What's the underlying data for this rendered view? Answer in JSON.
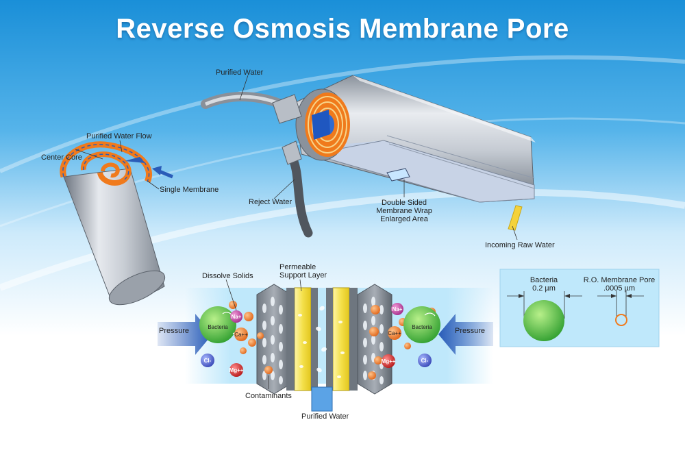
{
  "title": "Reverse Osmosis Membrane Pore",
  "labels": {
    "purified_water_top": "Purified Water",
    "purified_water_flow": "Purified Water Flow",
    "center_core": "Center Core",
    "single_membrane": "Single Membrane",
    "reject_water": "Reject Water",
    "double_sided_l1": "Double Sided",
    "double_sided_l2": "Membrane Wrap",
    "double_sided_l3": "Enlarged Area",
    "incoming_raw_water": "Incoming Raw Water",
    "dissolve_solids": "Dissolve Solids",
    "permeable_l1": "Permeable",
    "permeable_l2": "Support Layer",
    "pressure_left": "Pressure",
    "pressure_right": "Pressure",
    "contaminants": "Contaminants",
    "purified_water_bottom": "Purified Water"
  },
  "ions": {
    "na": "Na+",
    "ca": "Ca++",
    "cl": "Cl-",
    "mg": "Mg++",
    "bacteria": "Bacteria"
  },
  "comparison": {
    "bacteria_label": "Bacteria",
    "bacteria_size": "0.2 µm",
    "pore_label": "R.O. Membrane Pore",
    "pore_size": ".0005 µm"
  },
  "colors": {
    "accent_blue": "#2a5cb8",
    "membrane_orange": "#f07a1c",
    "bacteria_green": "#3bb23b",
    "support_yellow": "#f4e04a",
    "water_cyan": "#bfe8fb"
  }
}
